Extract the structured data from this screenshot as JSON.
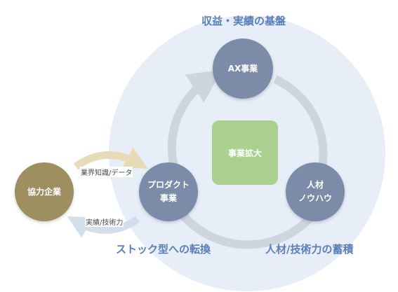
{
  "labels": {
    "top": "収益・実績の基盤",
    "bottom_left": "ストック型への転換",
    "bottom_right": "人材/技術力の蓄積"
  },
  "nodes": {
    "ax": "AX事業",
    "product_line1": "プロダクト",
    "product_line2": "事業",
    "people_line1": "人材",
    "people_line2": "ノウハウ",
    "partner": "協力企業",
    "center": "事業拡大"
  },
  "flows": {
    "to_product": "業界知識/データ",
    "to_partner": "実績/技術力"
  },
  "colors": {
    "node_gray_blue": "#7b8ba8",
    "partner_gold": "#9d8f60",
    "center_green": "#a9d08e",
    "label_blue": "#5a7fb8",
    "cycle_ring": "#cfd5dd",
    "background_circle": "#e7eef7"
  }
}
